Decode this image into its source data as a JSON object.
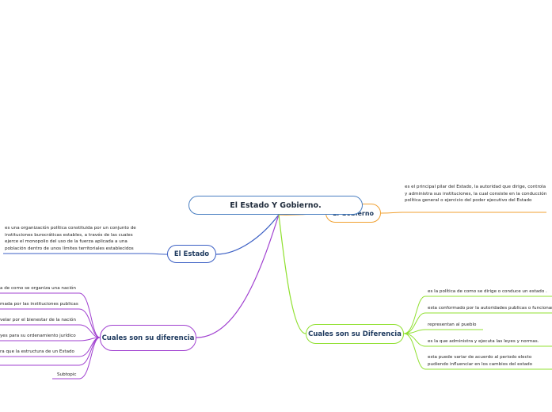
{
  "root": {
    "title": "El Estado Y Gobierno."
  },
  "estado": {
    "label": "El Estado",
    "note": "es una organización política constituida por un conjunto de instituciones burocráticas estables, a través de las cuales ejerce el monopolio del uso de la fuerza aplicada a una población dentro de unos límites territoriales establecidos"
  },
  "gobierno": {
    "label": "El Gobierno",
    "note": "es el principal pilar del Estado, la autoridad que dirige, controla y administra sus instituciones, la cual consiste en la conducción política general o ejercicio del poder ejecutivo del Estado"
  },
  "diferencia_left": {
    "label": "Cuales son su diferencia",
    "items": [
      "a de como se organiza una nación",
      "mada por las instituciones publicas",
      "velar por el bienestar de la nación",
      "yes para su ordenamiento jurídico",
      "ra que la estructura de un Estado",
      "",
      "Subtopic"
    ]
  },
  "diferencia_right": {
    "label": "Cuales son su Diferencia",
    "items": [
      "es la política de como se dirige o conduce un estado .",
      "esta conformado por la autoridades publicas o funcionarios",
      "representan al pueblo",
      "es la que administra y ejecuta las leyes y normas.",
      "esta puede variar de acuerdo al periodo electo pudiendo influenciar en los cambios del estado"
    ]
  },
  "colors": {
    "estado": "#3b5fc4",
    "gobierno": "#f0a030",
    "diferencia_left": "#a040d0",
    "diferencia_right": "#90e030",
    "root": "#4a7fc1"
  }
}
